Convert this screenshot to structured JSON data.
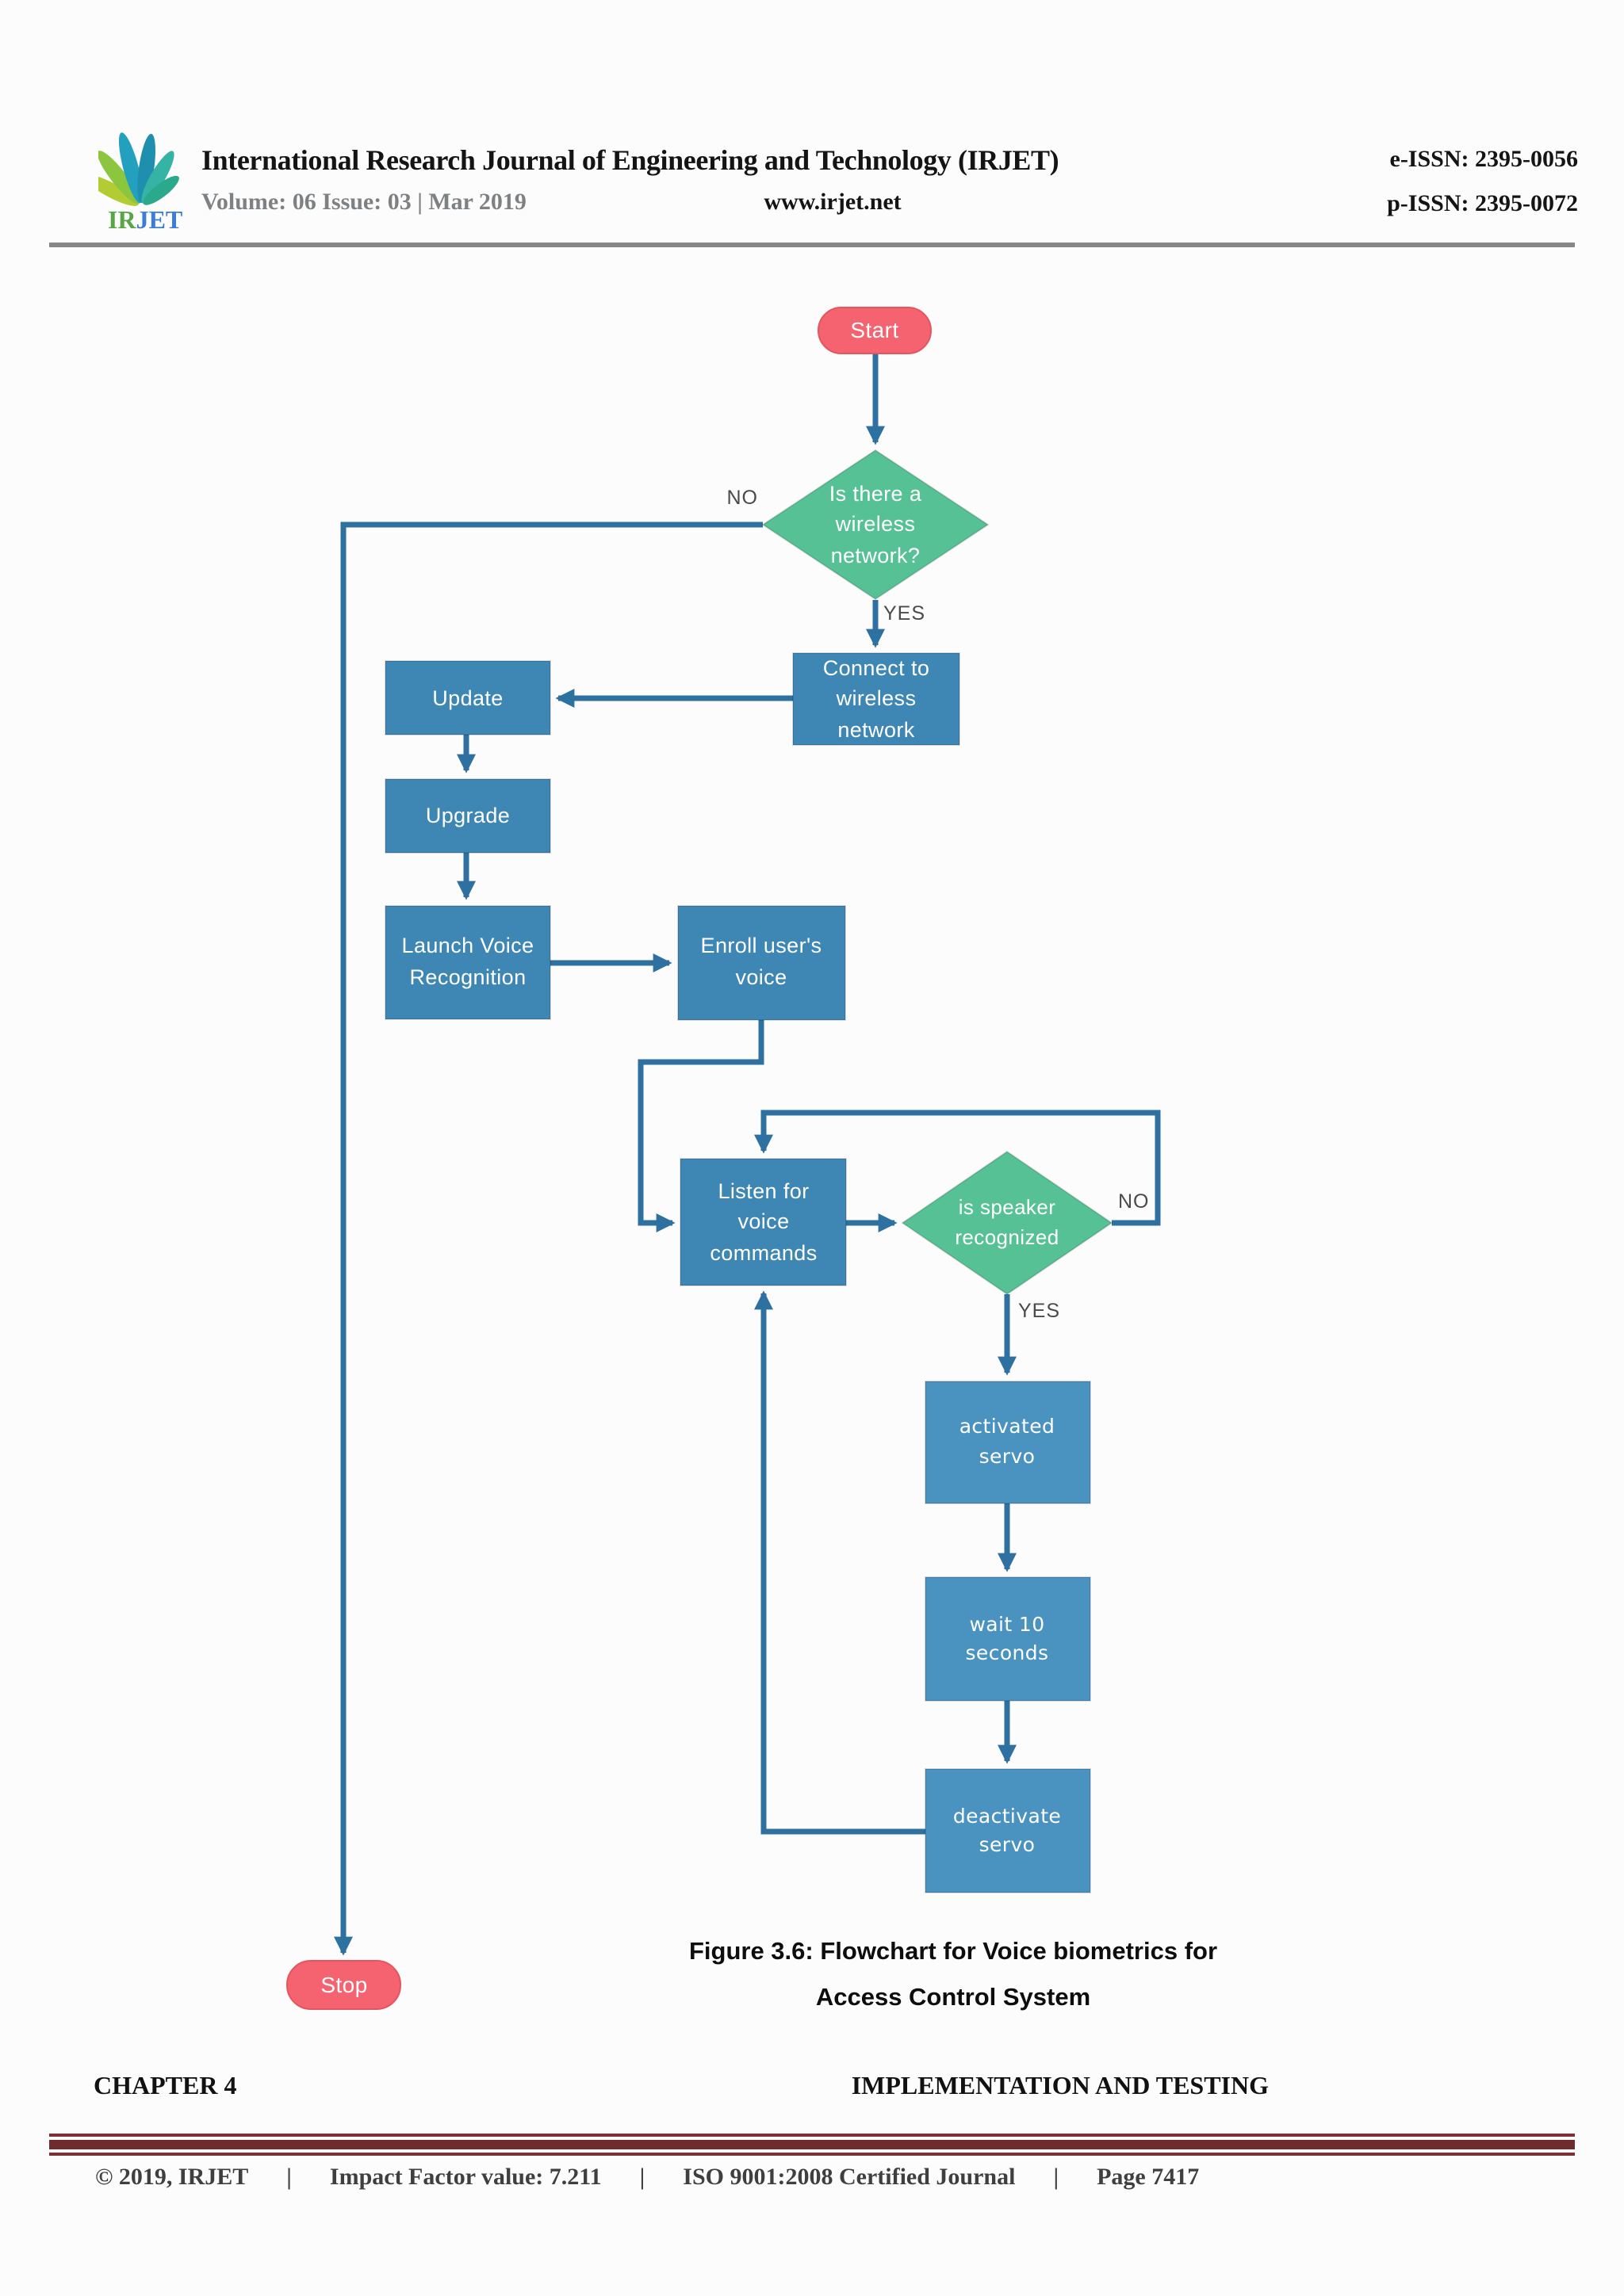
{
  "header": {
    "title": "International Research Journal of Engineering and Technology (IRJET)",
    "eissn": "e-ISSN: 2395-0056",
    "pissn": "p-ISSN: 2395-0072",
    "volume": "Volume: 06 Issue: 03 | Mar 2019",
    "website": "www.irjet.net",
    "logo": {
      "ir": "IR",
      "jet": "JET"
    }
  },
  "flowchart": {
    "nodes": {
      "start": {
        "label": "Start"
      },
      "wireless_check": {
        "lines": [
          "Is there a",
          "wireless",
          "network?"
        ]
      },
      "connect": {
        "lines": [
          "Connect to",
          "wireless",
          "network"
        ]
      },
      "update": {
        "lines": [
          "Update"
        ]
      },
      "upgrade": {
        "lines": [
          "Upgrade"
        ]
      },
      "launch": {
        "lines": [
          "Launch Voice",
          "Recognition"
        ]
      },
      "enroll": {
        "lines": [
          "Enroll user's",
          "voice"
        ]
      },
      "listen": {
        "lines": [
          "Listen for",
          "voice",
          "commands"
        ]
      },
      "speaker_check": {
        "lines": [
          "is speaker",
          "recognized"
        ]
      },
      "activate": {
        "lines": [
          "activated",
          "servo"
        ]
      },
      "wait": {
        "lines": [
          "wait 10",
          "seconds"
        ]
      },
      "deactivate": {
        "lines": [
          "deactivate",
          "servo"
        ]
      },
      "stop": {
        "label": "Stop"
      }
    },
    "edge_labels": {
      "no_wireless": "NO",
      "yes_wireless": "YES",
      "no_speaker": "NO",
      "yes_speaker": "YES"
    }
  },
  "caption": {
    "line1": "Figure 3.6: Flowchart for Voice biometrics for",
    "line2": "Access Control System"
  },
  "section": {
    "chapter": "CHAPTER 4",
    "heading": "IMPLEMENTATION AND TESTING"
  },
  "footer": {
    "copyright": "© 2019, IRJET",
    "sep1": "|",
    "impact": "Impact Factor value: 7.211",
    "sep2": "|",
    "iso": "ISO 9001:2008 Certified Journal",
    "sep3": "|",
    "page": "Page 7417"
  },
  "colors": {
    "process_blue": "#3e86b3",
    "servo_blue": "#4a92c0",
    "decision_green": "#55c195",
    "terminal_red": "#f4636f",
    "terminal_red_border": "#e25660",
    "connector": "#2e71a0",
    "maroon_bar": "#6f2c2f",
    "maroon_line": "#7b3136"
  }
}
